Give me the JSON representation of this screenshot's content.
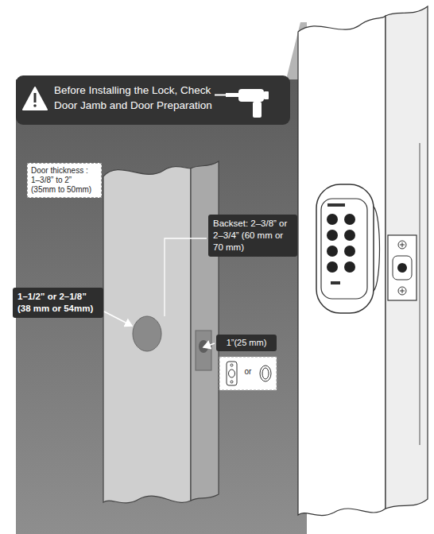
{
  "diagram": {
    "nodes": [
      {
        "text": [
          "Before Installing the Lock, Check Door Jamb and Door Preparation"
        ]
      },
      {
        "text": [
          "Door thickness : 1–3/8” to 2” (35mm to 50mm)"
        ]
      },
      {
        "text": [
          "Backset: 2–3/8” or 2–3/4” (60 mm or 70 mm)"
        ]
      },
      {
        "text": [
          "1–1/2” or 2–1/8” (38 mm or 54mm)"
        ]
      },
      {
        "text": [
          "1”(25 mm)"
        ]
      },
      {
        "text": [
          "or"
        ]
      }
    ]
  }
}
